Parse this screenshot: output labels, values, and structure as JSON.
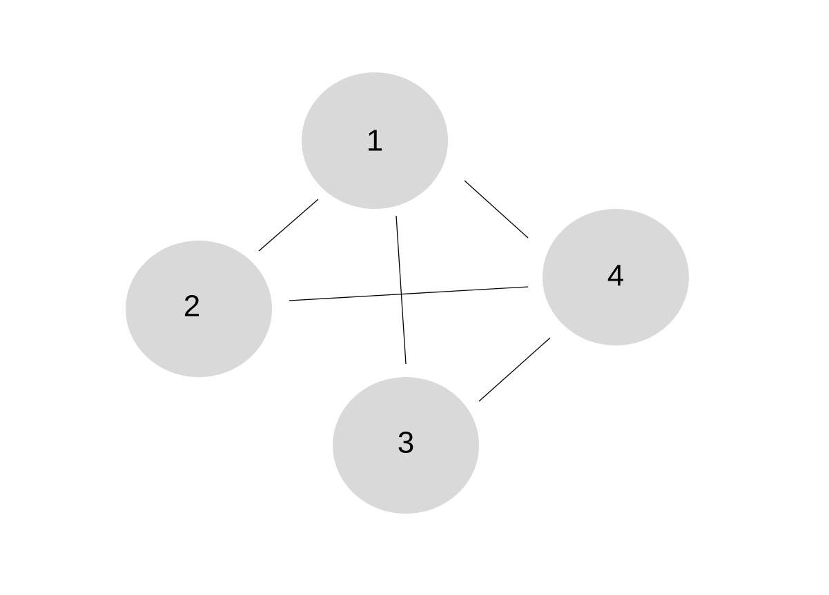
{
  "diagram": {
    "type": "graph",
    "node_fill": "#d9d9d9",
    "edge_color": "#000000",
    "background": "#ffffff",
    "nodes": [
      {
        "id": "1",
        "label": "1"
      },
      {
        "id": "2",
        "label": "2"
      },
      {
        "id": "3",
        "label": "3"
      },
      {
        "id": "4",
        "label": "4"
      }
    ],
    "edges": [
      {
        "from": "1",
        "to": "2"
      },
      {
        "from": "1",
        "to": "4"
      },
      {
        "from": "1",
        "to": "3"
      },
      {
        "from": "2",
        "to": "4"
      },
      {
        "from": "3",
        "to": "4"
      }
    ]
  }
}
